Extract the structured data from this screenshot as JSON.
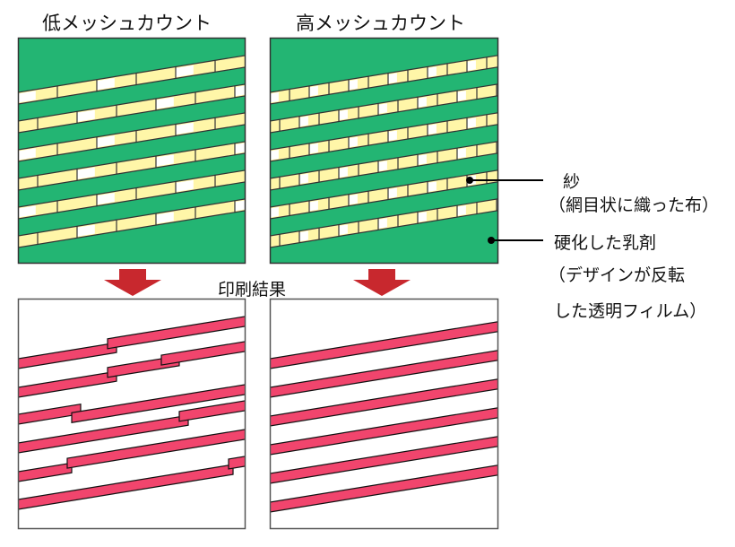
{
  "titles": {
    "low_mesh": "低メッシュカウント",
    "high_mesh": "高メッシュカウント",
    "print_result": "印刷結果"
  },
  "labels": {
    "mesh": "紗",
    "mesh_desc": "（網目状に織った布）",
    "emulsion": "硬化した乳剤",
    "emulsion_desc_1": "（デザインが反転",
    "emulsion_desc_2": "した透明フィルム）"
  },
  "colors": {
    "emulsion": "#23b573",
    "mesh": "#fff6a8",
    "ink": "#f1456d",
    "arrow": "#c8282e"
  }
}
